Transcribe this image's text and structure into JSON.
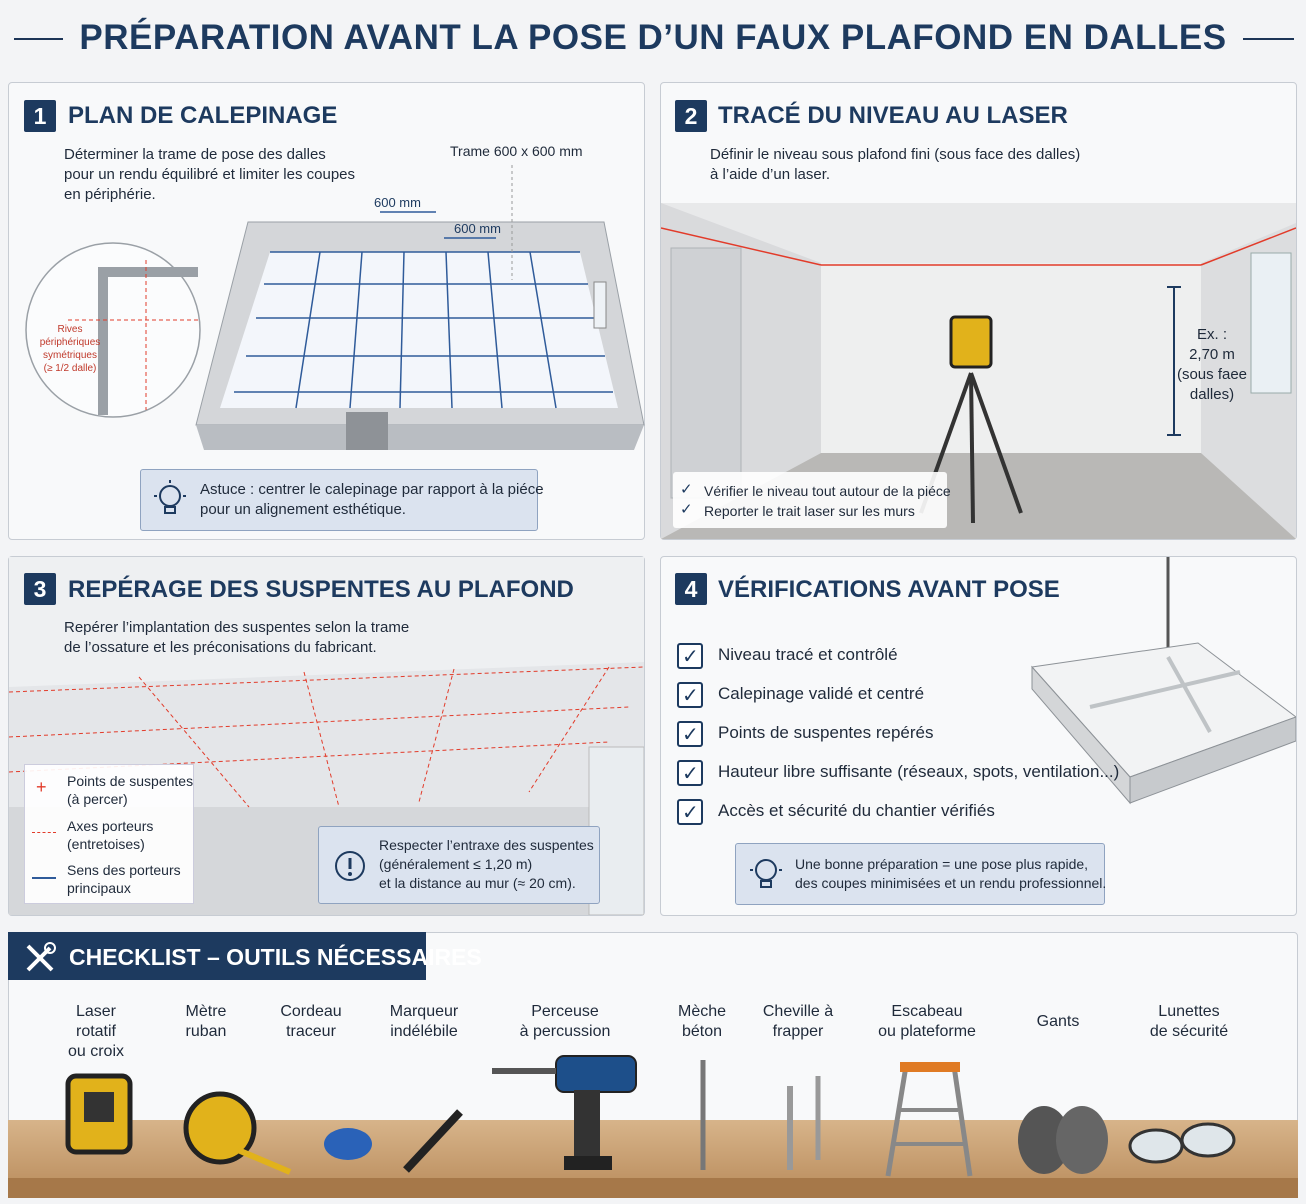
{
  "title": "PRÉPARATION AVANT LA POSE D’UN FAUX PLAFOND EN DALLES",
  "panel1": {
    "num": "1",
    "title": "PLAN DE CALEPINAGE",
    "text": "Déterminer la trame de pose des dalles\npour un rendu équilibré et limiter les coupes\nen périphérie.",
    "grid_label": "Trame 600 x 600 mm",
    "dim1": "600 mm",
    "dim2": "600 mm",
    "zoom_label": "Rives\npériphériques\nsymétriques\n(≥ 1/2 dalle)",
    "tip": "Astuce : centrer le calepinage par rapport à la piéce\npour un alignement esthétique."
  },
  "panel2": {
    "num": "2",
    "title": "TRACÉ DU NIVEAU AU LASER",
    "text": "Définir le niveau sous plafond fini (sous face des dalles)\nà l’aide d’un laser.",
    "height_note": "Ex. :\n2,70 m\n(sous faee\ndalles)",
    "checks": [
      "Vérifier le niveau tout autour de la piéce",
      "Reporter le trait laser sur les murs"
    ]
  },
  "panel3": {
    "num": "3",
    "title": "REPÉRAGE DES SUSPENTES AU PLAFOND",
    "text": "Repérer l’implantation des suspentes selon la trame\nde l’ossature et les préconisations du fabricant.",
    "legend": [
      {
        "label": "Points de suspentes\n(à percer)"
      },
      {
        "label": "Axes porteurs\n(entretoises)"
      },
      {
        "label": "Sens des porteurs\nprincipaux"
      }
    ],
    "note": "Respecter l’entraxe des suspentes\n(généralement ≤ 1,20 m)\net la distance au mur (≈ 20 cm)."
  },
  "panel4": {
    "num": "4",
    "title": "VÉRIFICATIONS AVANT POSE",
    "checks": [
      "Niveau tracé et contrôlé",
      "Calepinage validé et centré",
      "Points de suspentes repérés",
      "Hauteur libre suffisante (réseaux, spots, ventilation...)",
      "Accès et sécurité du chantier vérifiés"
    ],
    "tip": "Une bonne préparation = une pose plus rapide,\ndes coupes minimisées et un rendu professionnel."
  },
  "tools": {
    "title": "CHECKLIST – OUTILS NÉCESSAIRES",
    "items": [
      "Laser\nrotatif\nou croix",
      "Mètre\nruban",
      "Cordeau\ntraceur",
      "Marqueur\nindélébile",
      "Perceuse\nà percussion",
      "Mèche\nbéton",
      "Cheville à\nfrapper",
      "Escabeau\nou plateforme",
      "Gants",
      "Lunettes\nde sécurité"
    ]
  },
  "colors": {
    "navy": "#1d3a5f",
    "laser": "#e23b2a",
    "tip_bg": "#dbe3ef"
  }
}
